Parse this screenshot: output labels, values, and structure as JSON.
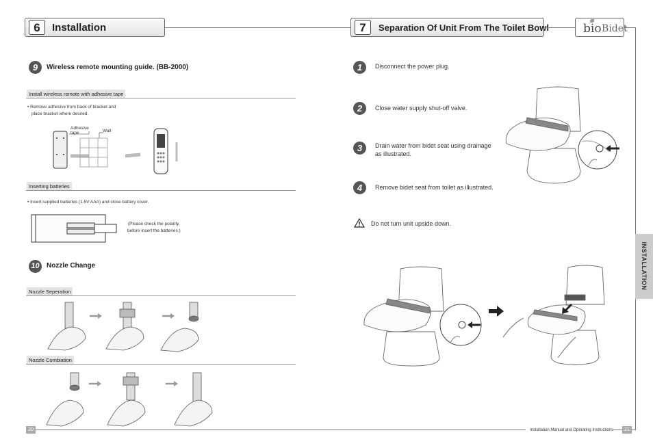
{
  "left": {
    "section_number": "6",
    "section_title": "Installation",
    "item9": {
      "number": "9",
      "title": "Wireless remote mounting guide. (BB-2000)",
      "tag1": "Install wireless remote with adhesive tape",
      "bullet1_line1": "• Remove adhesive from back of bracket and",
      "bullet1_line2": "place bracket where desired.",
      "label_adhesive_1": "Adhesive",
      "label_adhesive_2": "tape",
      "label_wall": "Wall",
      "tag2": "Inserting batteries",
      "bullet2": "• Insert supplied batteries (1.5V AAA) and close battery cover.",
      "polarity_note_1": "(Please check the polarity,",
      "polarity_note_2": "before insert the batteries.)"
    },
    "item10": {
      "number": "10",
      "title": "Nozzle Change",
      "tag1": "Nozzle Seperation",
      "tag2": "Nozzle Combiation"
    },
    "page_number": "20"
  },
  "right": {
    "section_number": "7",
    "section_title": "Separation Of Unit From The Toilet Bowl",
    "logo_text_1": "bio",
    "logo_text_2": "Bidet",
    "steps": [
      {
        "number": "1",
        "line1": "Disconnect the power plug.",
        "line2": ""
      },
      {
        "number": "2",
        "line1": "Close water supply shut-off valve.",
        "line2": ""
      },
      {
        "number": "3",
        "line1": "Drain water from bidet seat using drainage",
        "line2": "as illustrated."
      },
      {
        "number": "4",
        "line1": "Remove bidet seat from toilet as illustrated.",
        "line2": ""
      }
    ],
    "warning": "Do not turn unit upside down.",
    "side_tab": "INSTALLATION",
    "footer": "Installation Manual and Operating Instructions",
    "page_number": "21"
  }
}
